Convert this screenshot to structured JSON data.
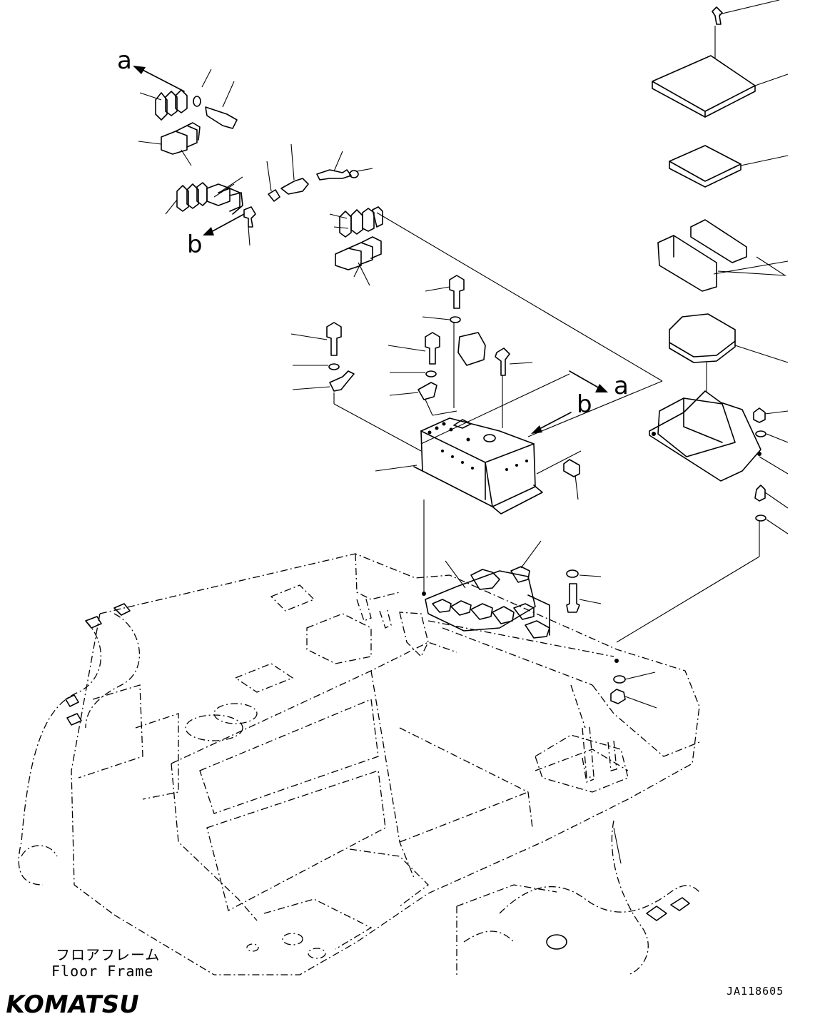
{
  "view_labels": {
    "a": "a",
    "b": "b"
  },
  "floor_frame": {
    "jp": "フロアフレーム",
    "en": "Floor Frame"
  },
  "drawing_code": "JA118605",
  "brand": "KOMATSU"
}
